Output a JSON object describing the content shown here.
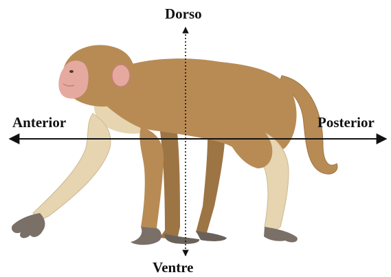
{
  "labels": {
    "top": "Dorso",
    "bottom": "Ventre",
    "left": "Anterior",
    "right": "Posterior"
  },
  "colors": {
    "fur": "#b88b55",
    "fur_dark": "#9d7444",
    "fur_light": "#e6d5b0",
    "face": "#e6a9a0",
    "face_dark": "#c98078",
    "hands": "#7a7068",
    "axis": "#111111"
  },
  "figure": {
    "subject": "macaque-monkey-side-view"
  }
}
